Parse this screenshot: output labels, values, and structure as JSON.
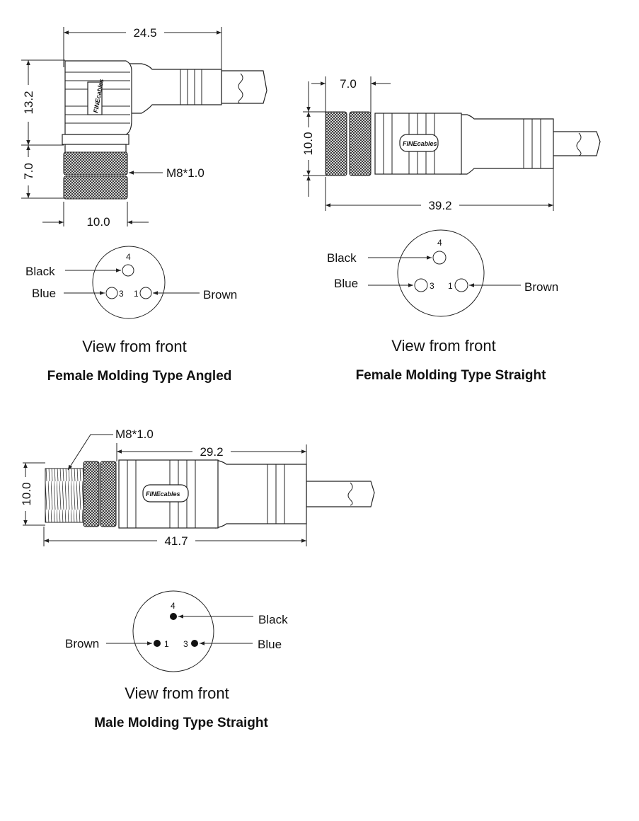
{
  "angled": {
    "dim_width": "24.5",
    "dim_height": "13.2",
    "dim_knurl": "7.0",
    "dim_dia": "10.0",
    "thread": "M8*1.0",
    "pins": {
      "p4": "4",
      "p3": "3",
      "p1": "1"
    },
    "wires": {
      "black": "Black",
      "blue": "Blue",
      "brown": "Brown"
    },
    "view": "View from front",
    "title": "Female Molding Type Angled"
  },
  "straight_female": {
    "dim_knurl": "7.0",
    "dim_dia": "10.0",
    "dim_length": "39.2",
    "pins": {
      "p4": "4",
      "p3": "3",
      "p1": "1"
    },
    "wires": {
      "black": "Black",
      "blue": "Blue",
      "brown": "Brown"
    },
    "view": "View from front",
    "title": "Female Molding Type Straight"
  },
  "male": {
    "thread": "M8*1.0",
    "dim_body": "29.2",
    "dim_dia": "10.0",
    "dim_length": "41.7",
    "pins": {
      "p4": "4",
      "p1": "1",
      "p3": "3"
    },
    "wires": {
      "black": "Black",
      "brown": "Brown",
      "blue": "Blue"
    },
    "view": "View from front",
    "title": "Male Molding Type Straight"
  },
  "logo_text": "FINEcables",
  "colors": {
    "line": "#222222",
    "knurl": "#333333",
    "background": "#ffffff"
  }
}
